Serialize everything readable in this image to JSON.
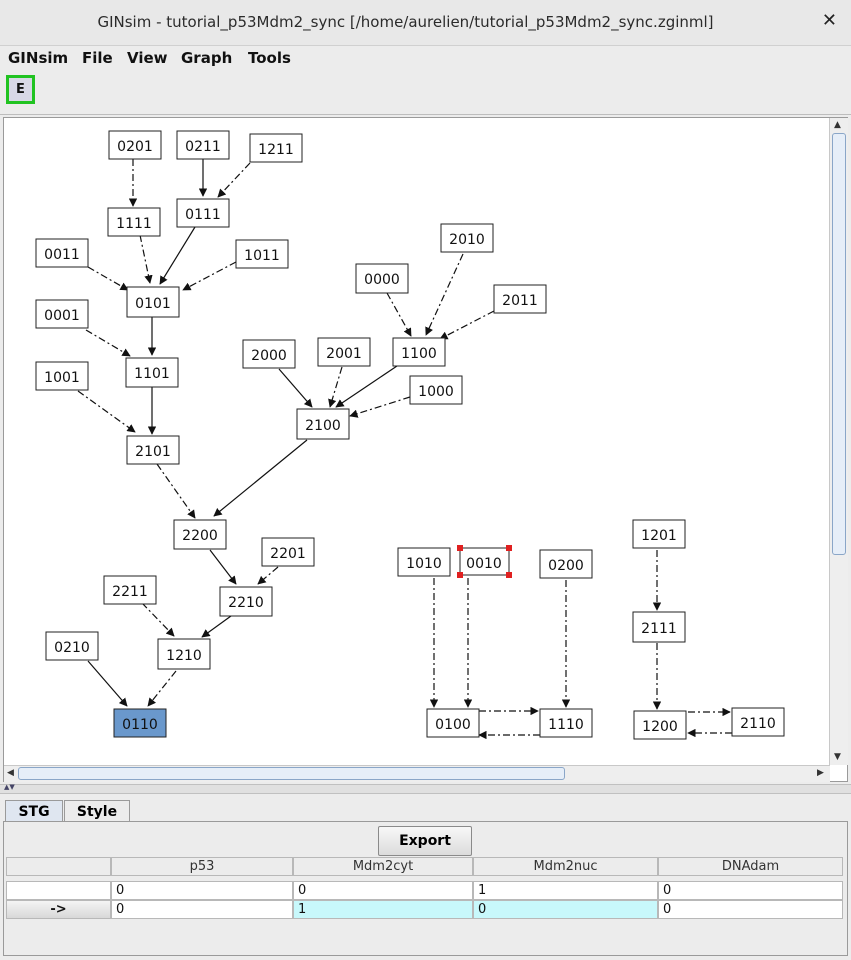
{
  "window": {
    "title": "GINsim - tutorial_p53Mdm2_sync [/home/aurelien/tutorial_p53Mdm2_sync.zginml]",
    "close": "✕"
  },
  "menu": [
    "GINsim",
    "File",
    "View",
    "Graph",
    "Tools"
  ],
  "toolbar": {
    "e_button": "E"
  },
  "graph": {
    "nodes": [
      "0201",
      "0211",
      "1211",
      "1111",
      "0111",
      "0011",
      "1011",
      "0101",
      "0001",
      "1101",
      "1001",
      "2101",
      "2010",
      "0000",
      "2011",
      "1100",
      "2000",
      "2001",
      "1000",
      "2100",
      "2200",
      "2201",
      "2210",
      "2211",
      "1210",
      "0210",
      "0110",
      "1010",
      "0010",
      "0200",
      "0100",
      "1110",
      "1201",
      "2111",
      "1200",
      "2110"
    ],
    "selected_node": "0010",
    "highlighted_node": "0110",
    "colors": {
      "highlight_fill": "#6a98cc",
      "selection_handles": "#e02020",
      "table_highlight": "#c8f8fb"
    }
  },
  "tabs": [
    "STG",
    "Style"
  ],
  "export_label": "Export",
  "table": {
    "columns": [
      "",
      "p53",
      "Mdm2cyt",
      "Mdm2nuc",
      "DNAdam"
    ],
    "rows": [
      [
        "",
        "0",
        "0",
        "1",
        "0"
      ],
      [
        "->",
        "0",
        "1",
        "0",
        "0"
      ]
    ]
  }
}
